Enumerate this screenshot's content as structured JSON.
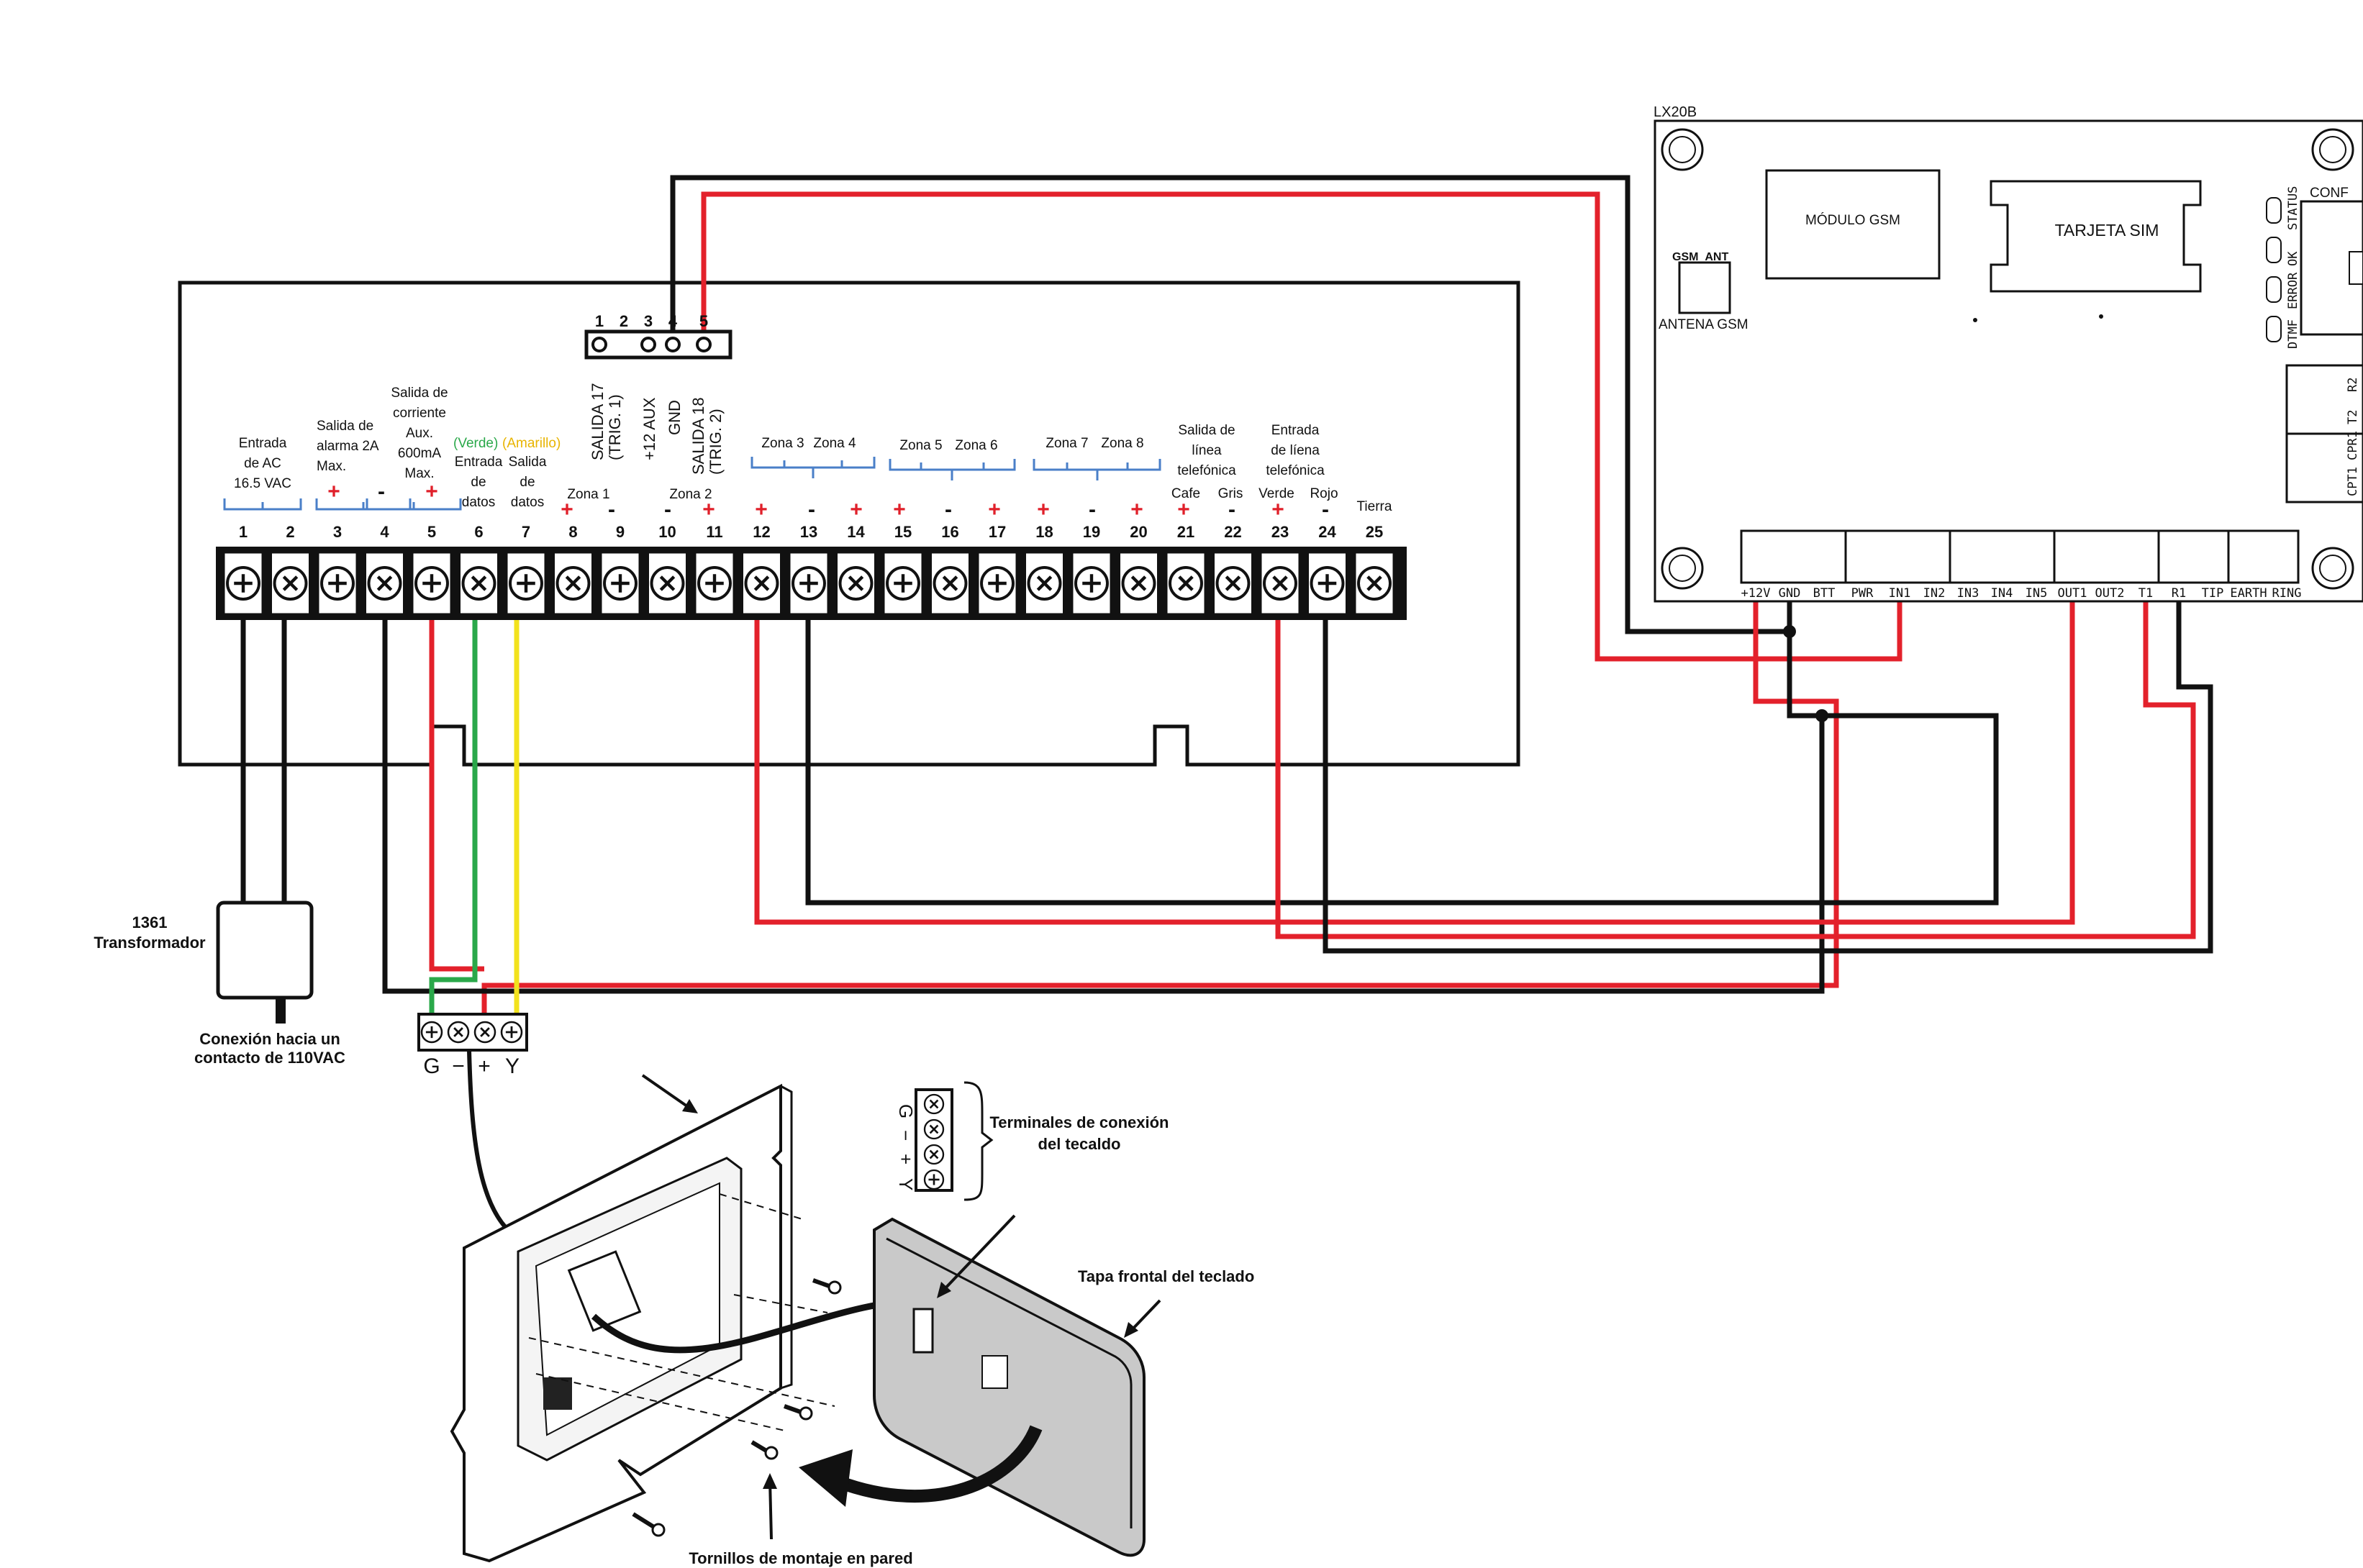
{
  "colors": {
    "red": "#e3212b",
    "black": "#111111",
    "green": "#2aa84a",
    "yellow": "#f2e21d",
    "bracket": "#4a7fc8",
    "grey": "#c9c9c9"
  },
  "terminals": {
    "numbers": [
      "1",
      "2",
      "3",
      "4",
      "5",
      "6",
      "7",
      "8",
      "9",
      "10",
      "11",
      "12",
      "13",
      "14",
      "15",
      "16",
      "17",
      "18",
      "19",
      "20",
      "21",
      "22",
      "23",
      "24",
      "25"
    ],
    "screw_types": [
      "plus",
      "cross",
      "plus",
      "cross",
      "plus",
      "cross",
      "plus",
      "cross",
      "plus",
      "cross",
      "plus",
      "cross",
      "plus",
      "cross",
      "plus",
      "cross",
      "plus",
      "cross",
      "plus",
      "cross",
      "cross",
      "cross",
      "cross",
      "plus",
      "cross"
    ]
  },
  "labels": {
    "entrada_ac": [
      "Entrada",
      "de AC",
      "16.5 VAC"
    ],
    "salida_alarma": [
      "Salida de",
      "alarma 2A",
      "Max."
    ],
    "salida_corriente": [
      "Salida de",
      "corriente",
      "Aux.",
      "600mA",
      "Max."
    ],
    "verde": "(Verde)",
    "amarillo": "(Amarillo)",
    "entrada_datos": [
      "Entrada",
      "de",
      "datos"
    ],
    "salida_datos": [
      "Salida",
      "de",
      "datos"
    ],
    "zona1": "Zona 1",
    "zona2": "Zona 2",
    "zona3": "Zona 3",
    "zona4": "Zona 4",
    "zona5": "Zona 5",
    "zona6": "Zona 6",
    "zona7": "Zona 7",
    "zona8": "Zona 8",
    "salida_linea": [
      "Salida de",
      "línea",
      "telefónica"
    ],
    "cafe": "Cafe",
    "gris": "Gris",
    "entrada_linea": [
      "Entrada",
      "de líena",
      "telefónica"
    ],
    "verde_t": "Verde",
    "rojo_t": "Rojo",
    "tierra": "Tierra",
    "trig_numbers": [
      "1",
      "2",
      "3",
      "4",
      "5"
    ],
    "salida17": [
      "SALIDA 17",
      "(TRIG. 1)"
    ],
    "aux12": "+12 AUX",
    "gnd": "GND",
    "salida18": [
      "SALIDA 18",
      "(TRIG. 2)"
    ]
  },
  "transformer": {
    "label": [
      "1361",
      "Transformador"
    ],
    "connection": [
      "Conexión hacia un",
      "contacto de 110VAC"
    ]
  },
  "keypad_block": {
    "letters": [
      "G",
      "−",
      "+",
      "Y"
    ]
  },
  "keypad": {
    "terminals_label": [
      "Terminales de conexión",
      "del tecaldo"
    ],
    "front_cover": "Tapa frontal del teclado",
    "screws": "Tornillos de montaje en pared",
    "side_letters": [
      "G",
      "−",
      "+",
      "Y"
    ]
  },
  "module": {
    "model": "LX20B",
    "gsm": "MÓDULO GSM",
    "sim": "TARJETA SIM",
    "gsm_ant": "GSM_ANT",
    "antena": "ANTENA GSM",
    "conf": "CONF",
    "leds": [
      "STATUS",
      "OK",
      "ERROR",
      "DTMF"
    ],
    "relays": [
      "R2",
      "T2",
      "CPR1",
      "CPT1"
    ],
    "terminals": [
      "+12V",
      "GND",
      "BTT",
      "PWR",
      "IN1",
      "IN2",
      "IN3",
      "IN4",
      "IN5",
      "OUT1",
      "OUT2",
      "T1",
      "R1",
      "TIP",
      "EARTH",
      "RING"
    ]
  }
}
